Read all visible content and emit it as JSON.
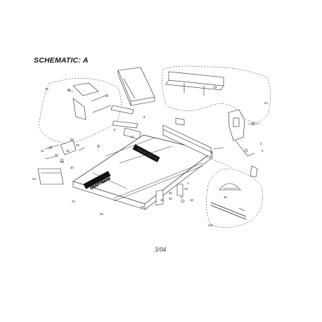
{
  "header": {
    "title": "SCHEMATIC: A"
  },
  "footer": {
    "date": "3/04"
  },
  "brand": {
    "name": "CRAFTSMAN"
  },
  "callouts": {
    "c14": "14",
    "c2a": "2A",
    "c8": "8",
    "c6": "6",
    "c41": "41",
    "c28": "28",
    "c29": "29",
    "c30": "30",
    "c33": "33",
    "c32": "32",
    "c21": "21",
    "c20": "20",
    "c23": "23",
    "c24": "24",
    "c25": "25",
    "c22": "22",
    "c16": "16",
    "c1": "1",
    "c3": "3",
    "c4": "4",
    "c45": "45",
    "c43a": "43A",
    "c34": "34",
    "c35": "35",
    "c19": "19",
    "c17": "17",
    "c18": "18"
  }
}
